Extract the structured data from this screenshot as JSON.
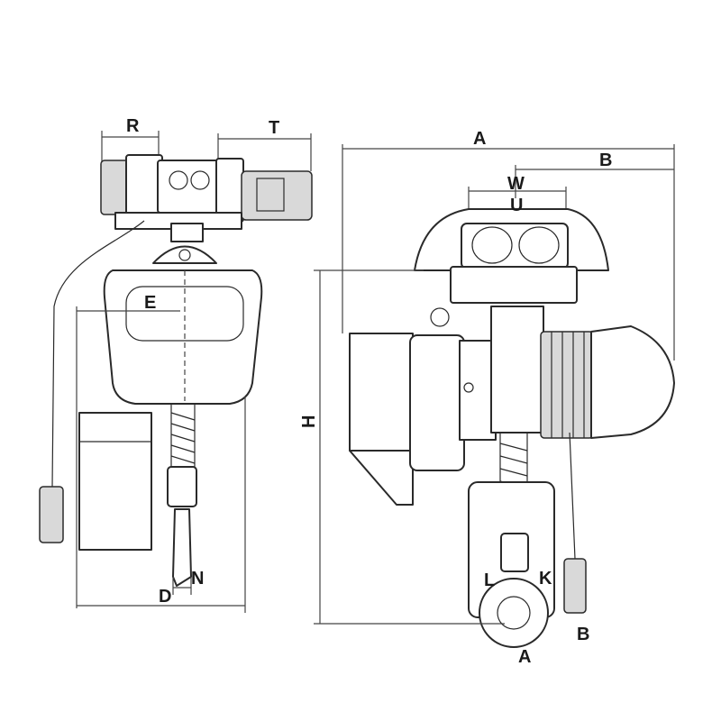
{
  "labels": {
    "R": "R",
    "T": "T",
    "E": "E",
    "D": "D",
    "N": "N",
    "A_top": "A",
    "B_top": "B",
    "W": "W",
    "U": "U",
    "H": "H",
    "L": "L",
    "K": "K",
    "B_bottom": "B",
    "A_bottom": "A"
  }
}
